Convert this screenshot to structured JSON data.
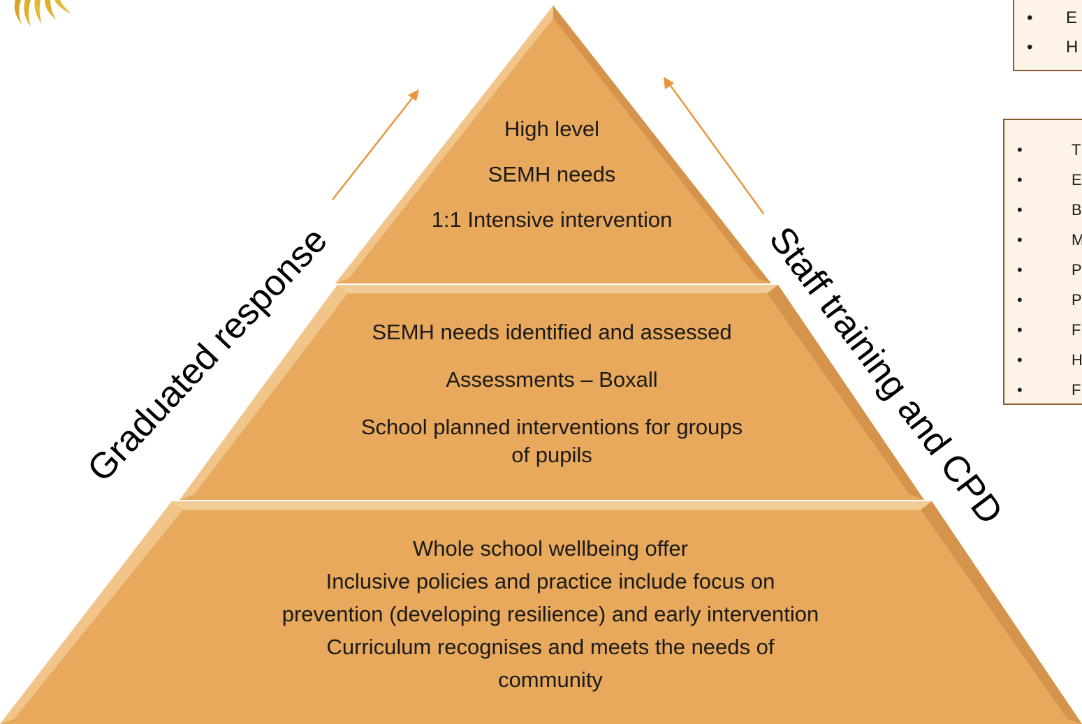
{
  "pyramid": {
    "top_tier": [
      "High level",
      "SEMH needs",
      "1:1 Intensive intervention"
    ],
    "middle_tier": [
      "SEMH needs identified and assessed",
      "Assessments – Boxall",
      "School planned interventions for groups",
      "of pupils"
    ],
    "bottom_tier": [
      "Whole school wellbeing offer",
      "Inclusive policies and practice include focus on",
      "prevention (developing resilience) and early intervention",
      "Curriculum recognises and meets the needs of",
      "community"
    ]
  },
  "side_labels": {
    "left": "Graduated response",
    "right": "Staff training and CPD"
  },
  "side_box_top": {
    "items": [
      "E",
      "H"
    ]
  },
  "side_box_bottom": {
    "items": [
      "T",
      "E",
      "B",
      "M",
      "P",
      "P",
      "F",
      "H",
      "F"
    ]
  },
  "colors": {
    "pyramid_fill": "#e8a95c",
    "pyramid_edge": "#f2c990",
    "arrow": "#e8963c",
    "box_fill": "#fdf3e7",
    "box_border": "#8a5a2b",
    "logo": "#e0b02a"
  },
  "icons": {
    "logo": "sun-rays-icon",
    "bullet": "bullet-dot-icon",
    "arrow": "arrow-up-icon"
  }
}
